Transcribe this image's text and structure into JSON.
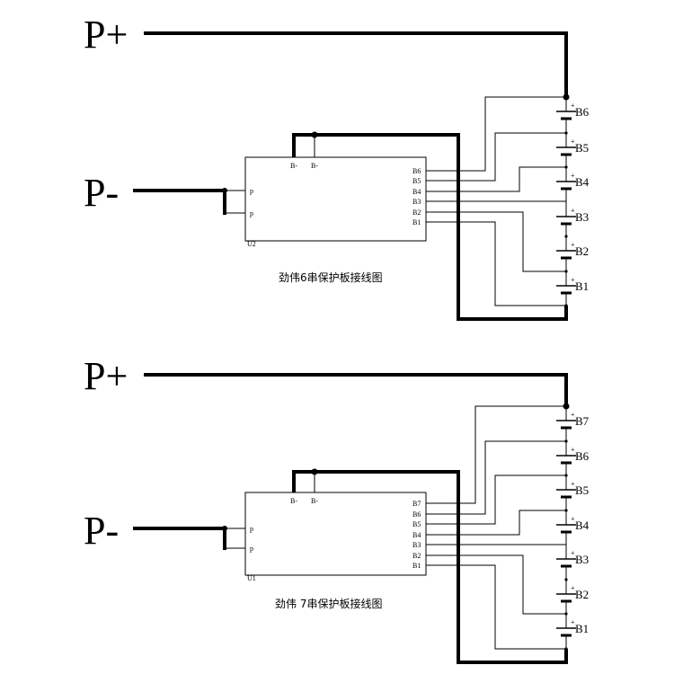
{
  "diagrams": [
    {
      "p_plus": "P+",
      "p_minus": "P-",
      "ref": "U2",
      "caption": "劲伟6串保护板接线图",
      "left_pins": [
        "p",
        "p"
      ],
      "top_pins": [
        "B-",
        "B-"
      ],
      "board_pins": [
        "B6",
        "B5",
        "B4",
        "B3",
        "B2",
        "B1"
      ],
      "cells": [
        "B6",
        "B5",
        "B4",
        "B3",
        "B2",
        "B1"
      ]
    },
    {
      "p_plus": "P+",
      "p_minus": "P-",
      "ref": "U1",
      "caption": "劲伟 7串保护板接线图",
      "left_pins": [
        "p",
        "p"
      ],
      "top_pins": [
        "B-",
        "B-"
      ],
      "board_pins": [
        "B7",
        "B6",
        "B5",
        "B4",
        "B3",
        "B2",
        "B1"
      ],
      "cells": [
        "B7",
        "B6",
        "B5",
        "B4",
        "B3",
        "B2",
        "B1"
      ]
    }
  ]
}
